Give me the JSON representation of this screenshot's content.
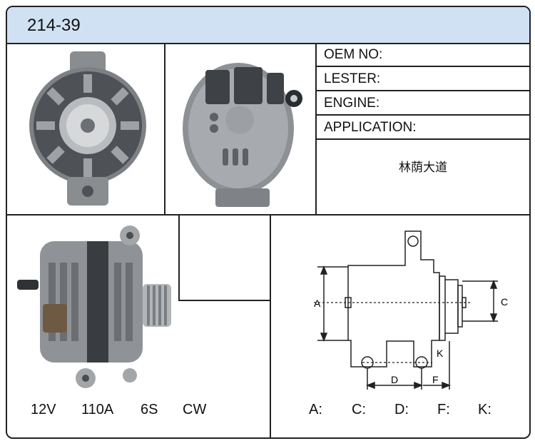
{
  "header": {
    "part_number": "214-39"
  },
  "specs": {
    "oem_label": "OEM NO:",
    "lester_label": "LESTER:",
    "engine_label": "ENGINE:",
    "application_label": "APPLICATION:",
    "application_value": "林荫大道"
  },
  "ratings": {
    "voltage": "12V",
    "amperage": "110A",
    "pulley": "6S",
    "rotation": "CW"
  },
  "drawing": {
    "labels": {
      "a": "A",
      "c": "C",
      "d": "D",
      "f": "F",
      "k": "K"
    },
    "dimension_fields": [
      "A:",
      "C:",
      "D:",
      "F:",
      "K:"
    ]
  }
}
